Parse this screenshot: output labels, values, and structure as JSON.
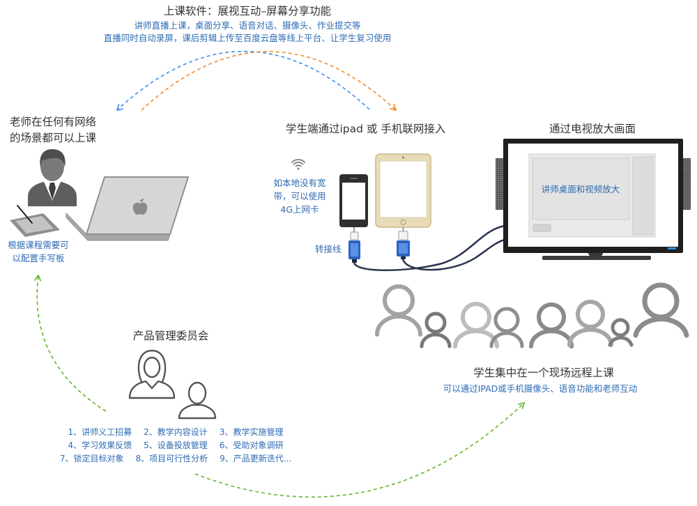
{
  "software": {
    "title": "上课软件：展视互动–屏幕分享功能",
    "features": "讲师直播上课，桌面分享、语音对话、摄像头、作业提交等",
    "recording": "直播同时自动录屏，课后剪辑上传至百度云盘等线上平台、让学生复习使用"
  },
  "teacher": {
    "caption_lines": [
      "老师在任何有网络",
      "的场景都可以上课"
    ],
    "tablet_note_lines": [
      "根据课程需要可",
      "以配置手写板"
    ]
  },
  "student_devices": {
    "caption": "学生端通过ipad 或 手机联网接入",
    "network_note_lines": [
      "如本地没有宽",
      "带，可以使用",
      "4G上网卡"
    ],
    "adapter_label": "转接线"
  },
  "tv": {
    "caption": "通过电视放大画面",
    "screen_label": "讲师桌面和视频放大"
  },
  "students": {
    "caption": "学生集中在一个现场远程上课",
    "note": "可以通过IPAD或手机摄像头、语音功能和老师互动"
  },
  "committee": {
    "title": "产品管理委员会",
    "duties": [
      "1、讲师义工招募",
      "2、教学内容设计",
      "3、教学实施管理",
      "4、学习效果反馈",
      "5、设备投放管理",
      "6、受助对象调研",
      "7、锁定目标对象",
      "8、项目可行性分析",
      "9、产品更新迭代..."
    ]
  },
  "colors": {
    "text_dark": "#333333",
    "text_blue": "#2e6bb3",
    "arrow_blue": "#3a8ee6",
    "arrow_orange": "#f08a24",
    "arrow_green": "#62b52c"
  }
}
